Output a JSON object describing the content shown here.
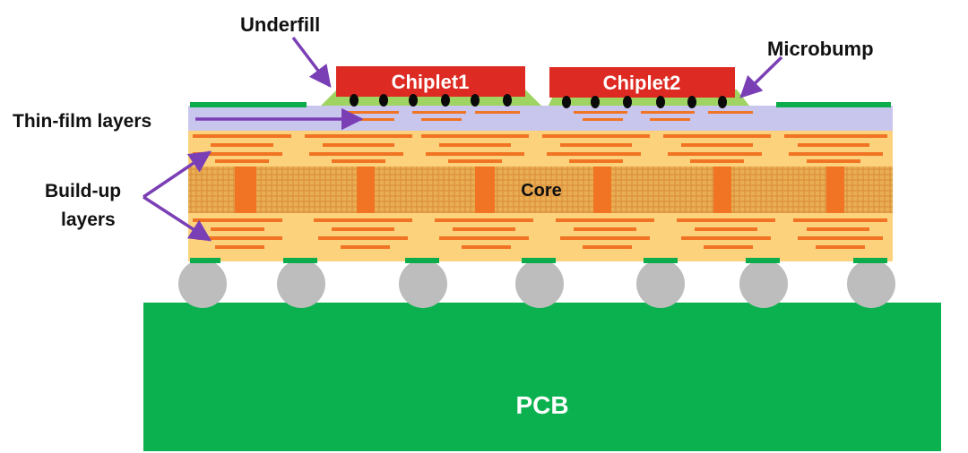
{
  "labels": {
    "underfill": "Underfill",
    "microbump": "Microbump",
    "thin_film": "Thin-film layers",
    "build_up_line1": "Build-up",
    "build_up_line2": "layers",
    "core": "Core",
    "pcb": "PCB",
    "chiplet1": "Chiplet1",
    "chiplet2": "Chiplet2"
  },
  "colors": {
    "chiplet": "#dd2a22",
    "pcb": "#0bb14f",
    "underfill": "#9fd462",
    "build_up": "#fcd27c",
    "core": "#e8ab4e",
    "traces": "#f07424",
    "thin_film": "#c9c6ee",
    "solder_ball": "#bdbdbd",
    "microbump": "#0a0a0a",
    "arrow": "#7b3fb5",
    "pad": "#0cab4b"
  }
}
